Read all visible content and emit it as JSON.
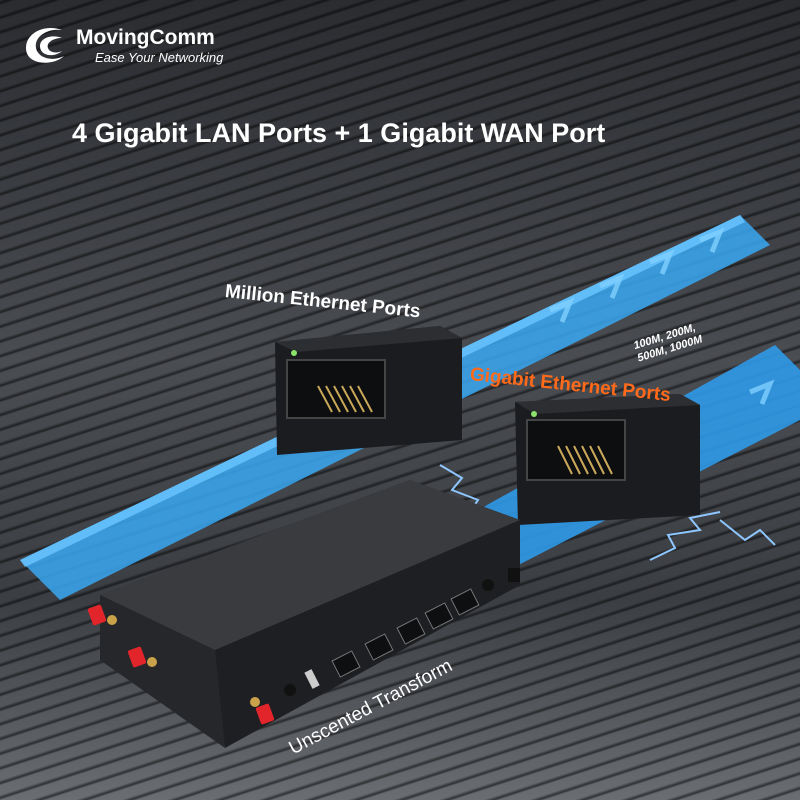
{
  "brand": {
    "name": "MovingComm",
    "tagline": "Ease Your Networking"
  },
  "headline": "4 Gigabit LAN Ports + 1 Gigabit WAN Port",
  "labels": {
    "million_ports": "Million Ethernet Ports",
    "gigabit_ports": "Gigabit Ethernet Ports",
    "speeds_line1": "100M, 200M,",
    "speeds_line2": "500M, 1000M",
    "device_caption": "Unscented Transform"
  },
  "colors": {
    "accent_blue": "#3aa8f2",
    "gigabit_orange": "#ff6a1a",
    "background": "#3a3d42"
  },
  "icons": [
    "moving-comm-logo-icon",
    "ethernet-port-icon",
    "lightning-icon",
    "router-device-icon"
  ]
}
